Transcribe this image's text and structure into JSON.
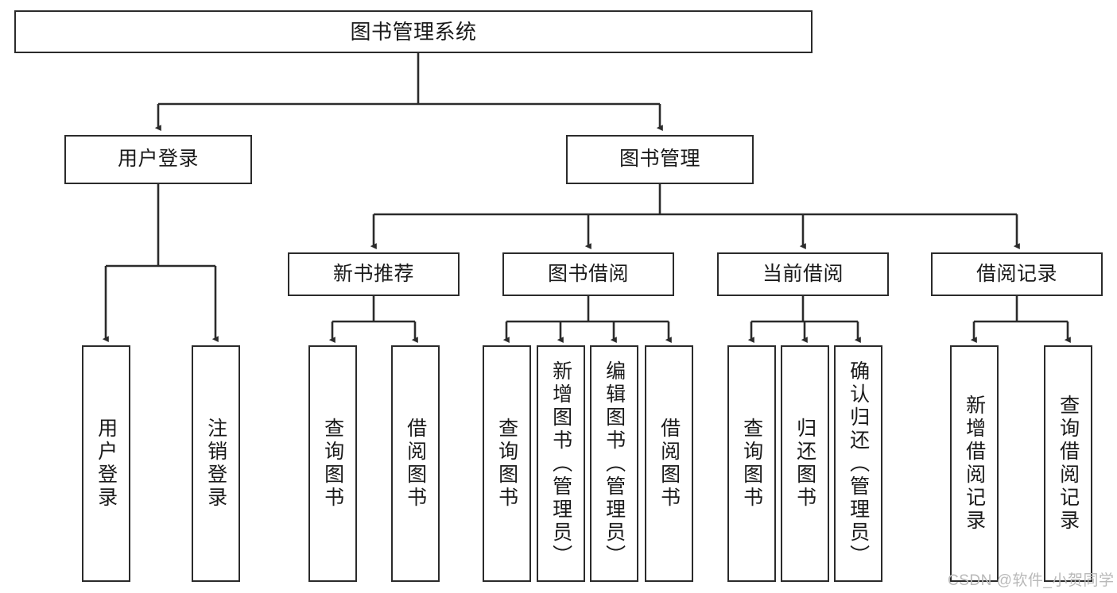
{
  "diagram": {
    "title": "图书管理系统",
    "watermark": "CSDN @软件_小贺同学",
    "stroke_color": "#2b2b2b",
    "fill_color": "#ffffff",
    "text_color": "#1a1a1a",
    "watermark_color": "#b9b9b9",
    "nodes": {
      "root": {
        "label": "图书管理系统"
      },
      "level1": [
        {
          "label": "用户登录"
        },
        {
          "label": "图书管理"
        }
      ],
      "level2": [
        {
          "label": "新书推荐"
        },
        {
          "label": "图书借阅"
        },
        {
          "label": "当前借阅"
        },
        {
          "label": "借阅记录"
        }
      ],
      "leaves_user_login": [
        {
          "label": "用户登录"
        },
        {
          "label": "注销登录"
        }
      ],
      "leaves_new_book": [
        {
          "label": "查询图书"
        },
        {
          "label": "借阅图书"
        }
      ],
      "leaves_borrow": [
        {
          "label": "查询图书"
        },
        {
          "label": "新增图书（管理员）"
        },
        {
          "label": "编辑图书（管理员）"
        },
        {
          "label": "借阅图书"
        }
      ],
      "leaves_current": [
        {
          "label": "查询图书"
        },
        {
          "label": "归还图书"
        },
        {
          "label": "确认归还（管理员）"
        }
      ],
      "leaves_records": [
        {
          "label": "新增借阅记录"
        },
        {
          "label": "查询借阅记录"
        }
      ]
    }
  }
}
